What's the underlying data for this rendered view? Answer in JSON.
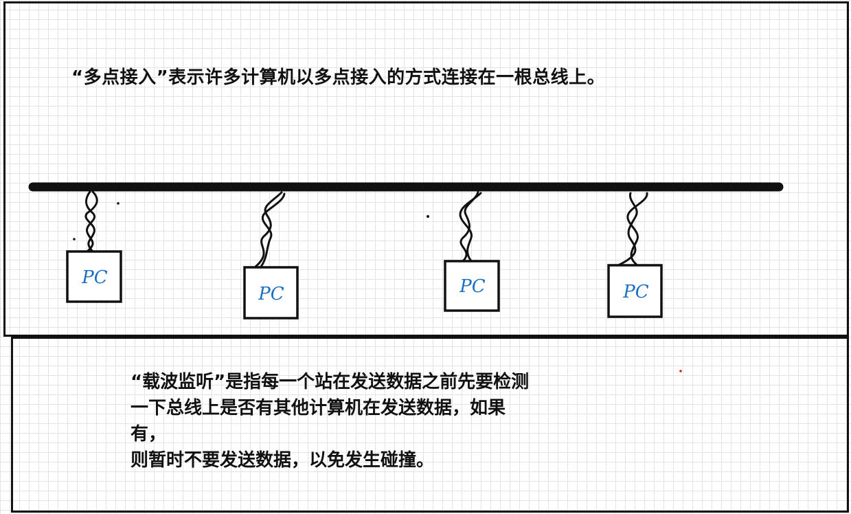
{
  "top_caption": "“多点接入”表示许多计算机以多点接入的方式连接在一根总线上。",
  "bottom_caption_lines": [
    "“载波监听”是指每一个站在发送数据之前先要检测",
    "一下总线上是否有其他计算机在发送数据，如果",
    "有，",
    "则暂时不要发送数据，以免发生碰撞。"
  ],
  "computers": [
    {
      "label": "PC"
    },
    {
      "label": "PC"
    },
    {
      "label": "PC"
    },
    {
      "label": "PC"
    }
  ],
  "colors": {
    "ink": "#111111",
    "pc_label": "#1a6fc4",
    "grid": "#e3e3e3",
    "stray_dot": "#cc2222"
  }
}
